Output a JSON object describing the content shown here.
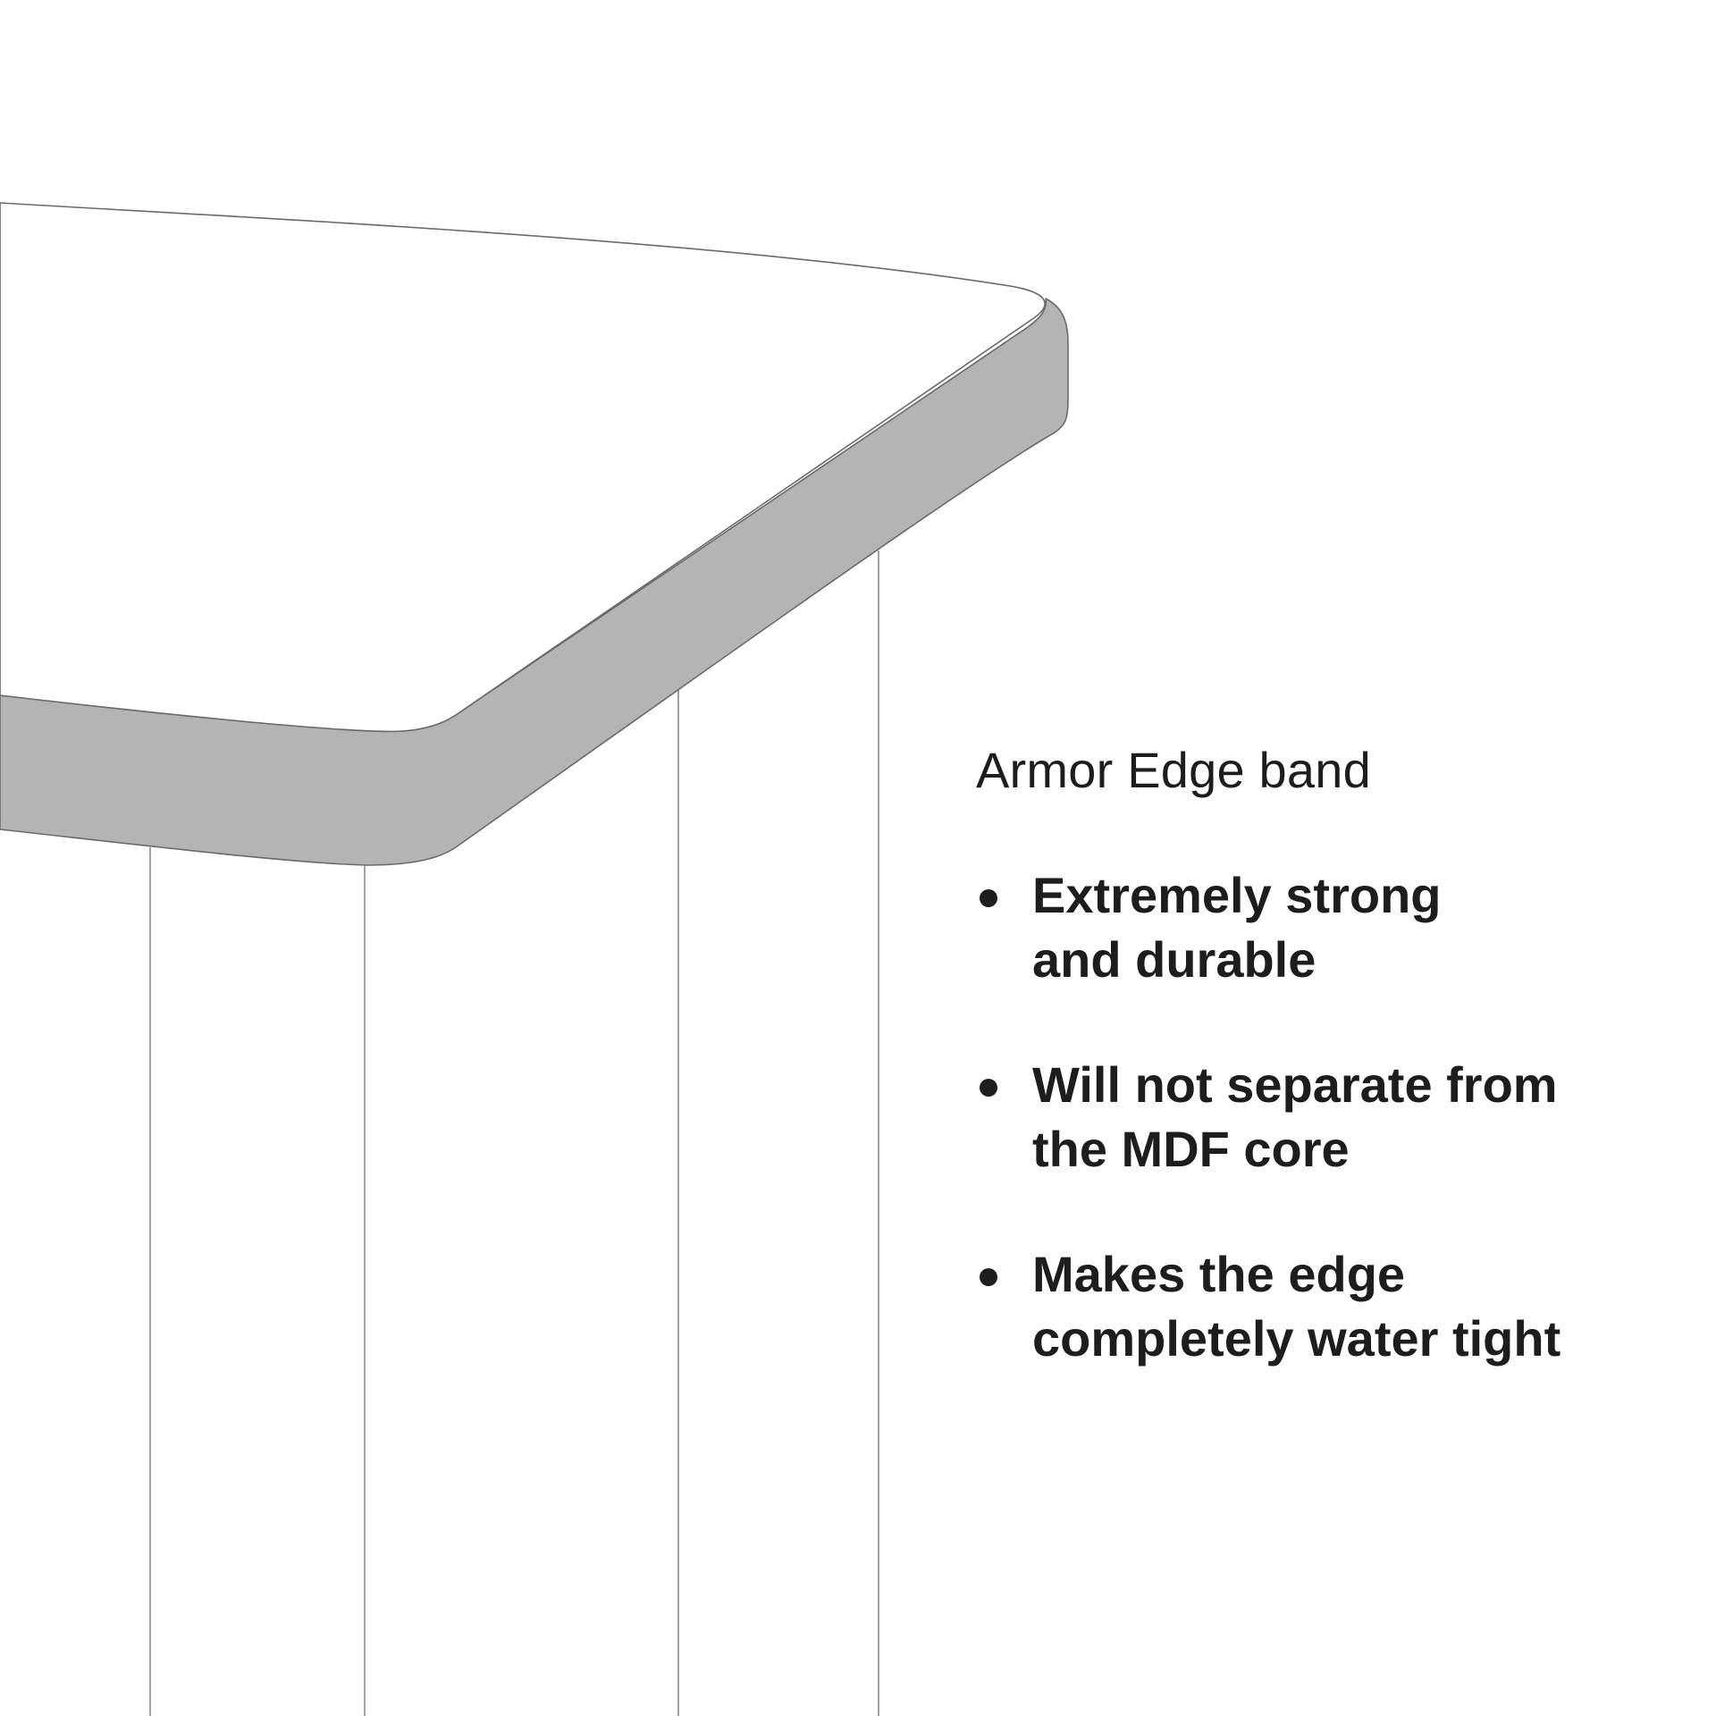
{
  "callout": {
    "heading": "Armor Edge band",
    "features": [
      {
        "line1": "Extremely strong",
        "line2": "and durable"
      },
      {
        "line1": "Will not separate from",
        "line2": "the MDF core"
      },
      {
        "line1": "Makes the edge",
        "line2": "completely water tight"
      }
    ]
  },
  "colors": {
    "edge_band": "#b4b4b4",
    "outline": "#6b6b6b",
    "text": "#1d1d1d",
    "background": "#ffffff"
  }
}
